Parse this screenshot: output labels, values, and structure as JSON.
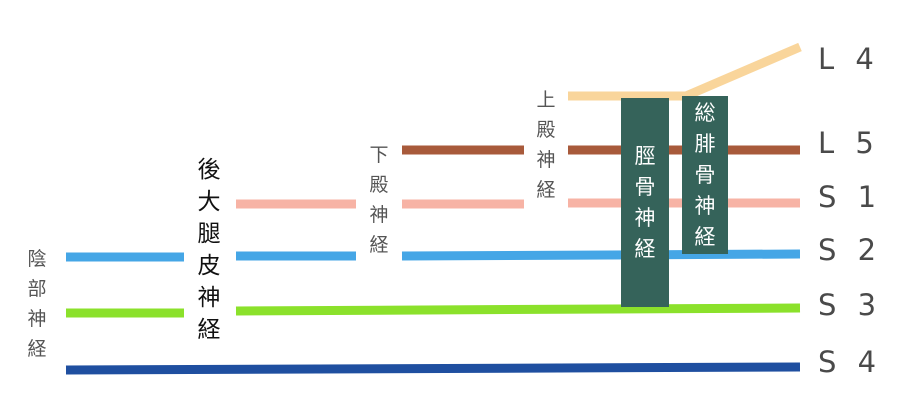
{
  "roots": [
    {
      "label": "L 4",
      "color": "#f9d59b"
    },
    {
      "label": "L 5",
      "color": "#a85a3b"
    },
    {
      "label": "S 1",
      "color": "#f7b3a5"
    },
    {
      "label": "S 2",
      "color": "#45a6e6"
    },
    {
      "label": "S 3",
      "color": "#8be12b"
    },
    {
      "label": "S 4",
      "color": "#1f4fa0"
    }
  ],
  "nerves": {
    "pudendal": [
      "陰",
      "部",
      "神",
      "経"
    ],
    "posterior_femoral_cutaneous": [
      "後",
      "大",
      "腿",
      "皮",
      "神",
      "経"
    ],
    "inferior_gluteal": [
      "下",
      "殿",
      "神",
      "経"
    ],
    "superior_gluteal": [
      "上",
      "殿",
      "神",
      "経"
    ],
    "tibial": [
      "脛",
      "骨",
      "神",
      "経"
    ],
    "common_peroneal": [
      "総",
      "腓",
      "骨",
      "神",
      "経"
    ]
  },
  "box_color": "#35635a"
}
